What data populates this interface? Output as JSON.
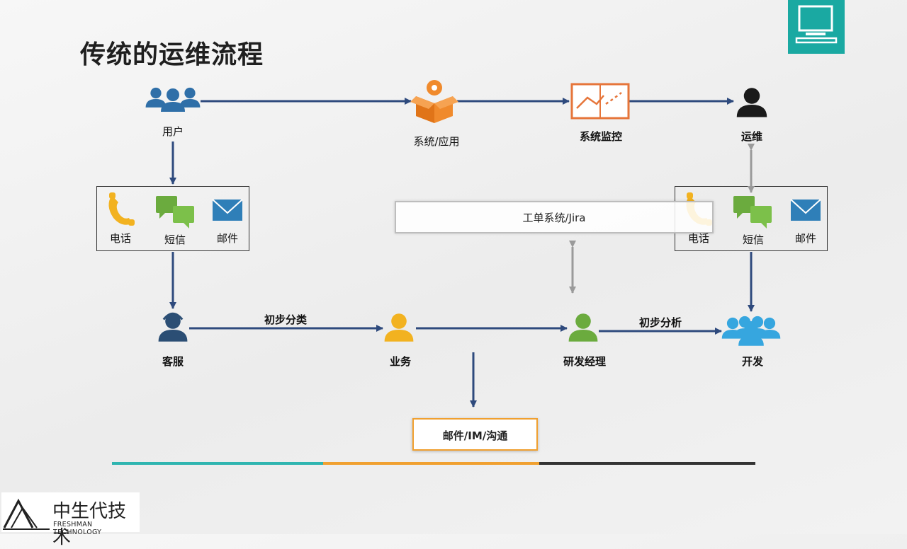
{
  "title": "传统的运维流程",
  "nodes": {
    "user": "用户",
    "system_app": "系统/应用",
    "monitor": "系统监控",
    "ops": "运维",
    "support": "客服",
    "business": "业务",
    "rd_manager": "研发经理",
    "dev": "开发"
  },
  "channels_left": {
    "phone": "电话",
    "sms": "短信",
    "mail": "邮件"
  },
  "channels_right": {
    "phone": "电话",
    "sms": "短信",
    "mail": "邮件"
  },
  "edge_labels": {
    "triage": "初步分类",
    "analysis": "初步分析"
  },
  "ticket_system": "工单系统/Jira",
  "comm_box": "邮件/IM/沟通",
  "logo": {
    "cn": "中生代技术",
    "en": "FRESHMAN TECHNOLOGY"
  },
  "colors": {
    "teal": "#1aa9a2",
    "orange": "#f0a030",
    "navy": "#2e4a7d",
    "green": "#6bab3e",
    "blue": "#2f86c2"
  }
}
